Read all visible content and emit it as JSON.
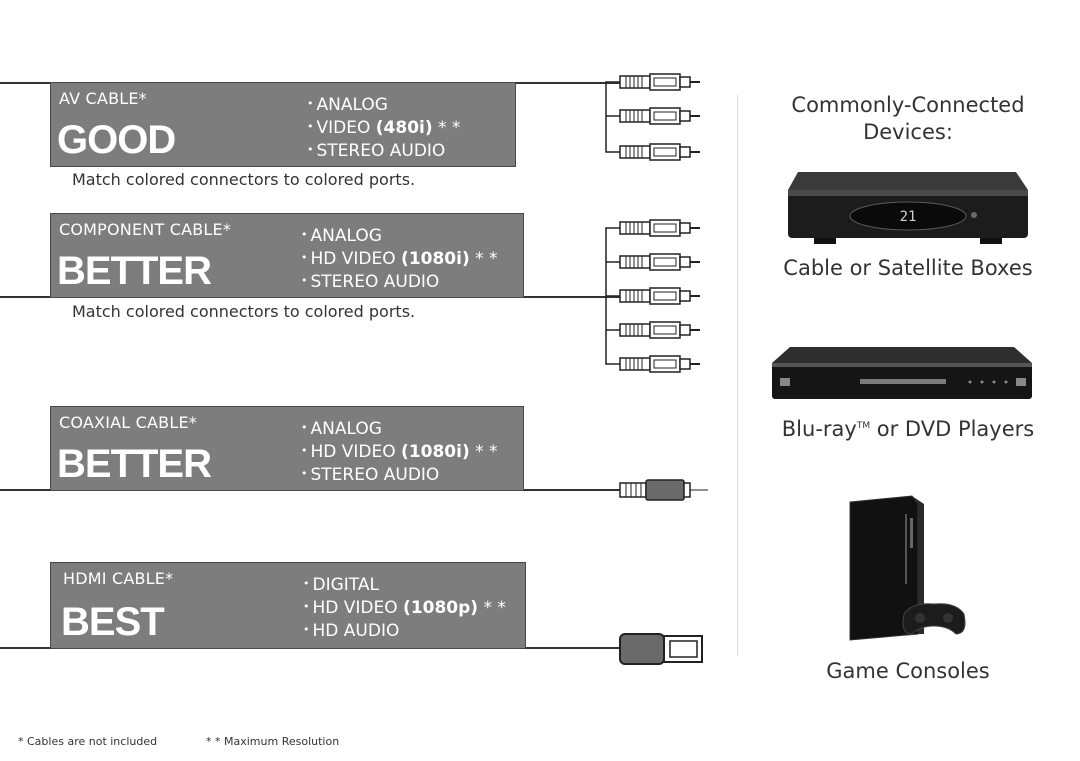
{
  "cables": [
    {
      "type_label": "AV CABLE",
      "star": "*",
      "rating": "GOOD",
      "features": [
        {
          "text": "ANALOG"
        },
        {
          "text": "VIDEO ",
          "bold": "(480i)",
          "suffix": " * *"
        },
        {
          "text": "STEREO AUDIO"
        }
      ],
      "note": "Match colored connectors to colored ports."
    },
    {
      "type_label": "COMPONENT CABLE",
      "star": "*",
      "rating": "BETTER",
      "features": [
        {
          "text": "ANALOG"
        },
        {
          "text": "HD VIDEO ",
          "bold": "(1080i)",
          "suffix": " * *"
        },
        {
          "text": "STEREO AUDIO"
        }
      ],
      "note": "Match colored connectors to colored ports."
    },
    {
      "type_label": "COAXIAL CABLE",
      "star": "*",
      "rating": "BETTER",
      "features": [
        {
          "text": "ANALOG"
        },
        {
          "text": "HD VIDEO ",
          "bold": "(1080i)",
          "suffix": " * *"
        },
        {
          "text": "STEREO AUDIO"
        }
      ]
    },
    {
      "type_label": "HDMI CABLE",
      "star": "*",
      "rating": "BEST",
      "features": [
        {
          "text": "DIGITAL"
        },
        {
          "text": "HD VIDEO ",
          "bold": "(1080p)",
          "suffix": " * *"
        },
        {
          "text": "HD AUDIO"
        }
      ]
    }
  ],
  "devices": {
    "heading_line1": "Commonly-Connected",
    "heading_line2": "Devices:",
    "items": [
      {
        "label": "Cable or Satellite Boxes",
        "icon": "cable-box-image",
        "display": "21"
      },
      {
        "label_prefix": "Blu-ray",
        "tm": "TM",
        "label_suffix": " or DVD Players",
        "icon": "bluray-player-image"
      },
      {
        "label": "Game Consoles",
        "icon": "game-console-image"
      }
    ]
  },
  "footnotes": {
    "single": "* Cables are not included",
    "double": "* * Maximum Resolution"
  }
}
